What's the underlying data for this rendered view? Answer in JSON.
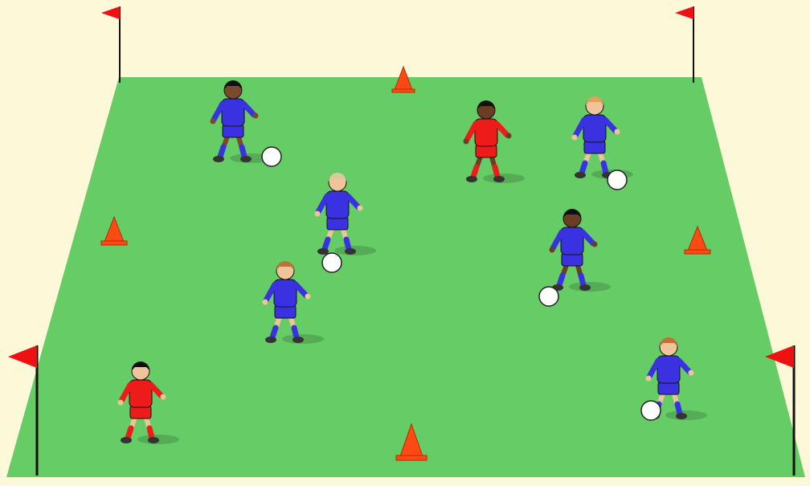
{
  "scene": {
    "background_color": "#fdf8d8",
    "pitch_color": "#66cc66",
    "cone_color": "#ff4a14",
    "flag_color": "#ee1111",
    "team_colors": {
      "blue": "#3a32e0",
      "red": "#ee1b1b"
    }
  },
  "flags": [
    {
      "id": "flag-top-left"
    },
    {
      "id": "flag-top-right"
    },
    {
      "id": "flag-bottom-left"
    },
    {
      "id": "flag-bottom-right"
    }
  ],
  "cones": [
    {
      "id": "cone-top-center"
    },
    {
      "id": "cone-left"
    },
    {
      "id": "cone-right"
    },
    {
      "id": "cone-bottom-center"
    }
  ],
  "players": [
    {
      "team": "blue",
      "has_ball": true,
      "hair": "#111111",
      "skin": "#7a4a2a"
    },
    {
      "team": "blue",
      "has_ball": true,
      "hair": "#d9c9a0",
      "skin": "#f0c49a"
    },
    {
      "team": "blue",
      "has_ball": false,
      "hair": "#c0703a",
      "skin": "#f0c49a"
    },
    {
      "team": "red",
      "has_ball": false,
      "hair": "#111111",
      "skin": "#f0c49a"
    },
    {
      "team": "red",
      "has_ball": false,
      "hair": "#111111",
      "skin": "#6a3e22"
    },
    {
      "team": "blue",
      "has_ball": true,
      "hair": "#e0a060",
      "skin": "#f0c49a"
    },
    {
      "team": "blue",
      "has_ball": true,
      "hair": "#111111",
      "skin": "#6a3e22"
    },
    {
      "team": "blue",
      "has_ball": true,
      "hair": "#c0703a",
      "skin": "#f0c49a"
    }
  ]
}
